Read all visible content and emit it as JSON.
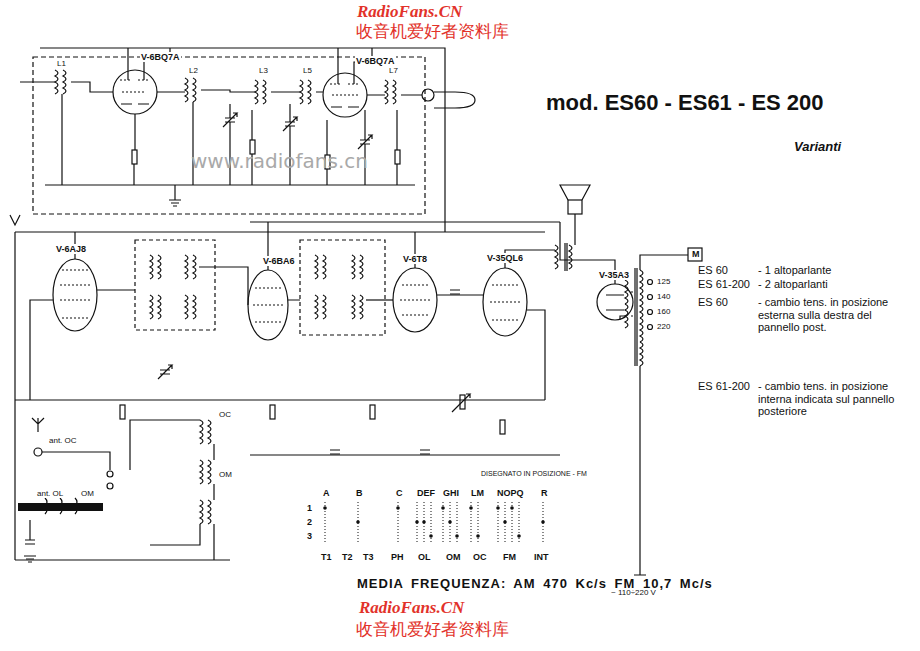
{
  "diagram": {
    "title": "mod. ES60 - ES61 - ES 200",
    "caption": "MEDIA FREQUENZA: AM 470 Kc/s FM 10,7 Mc/s",
    "labels": [
      "RadioFans.CN",
      "收音机爱好者资料库",
      "V-6BQ7A",
      "V-6BQ7A",
      "L1",
      "L2",
      "L3",
      "L5",
      "L7",
      "www.radiofans.cn",
      "Varianti",
      "ES 60",
      "- 1 altoparlante",
      "ES 61-200",
      "- 2 altoparlanti",
      "ES 60",
      "- cambio tens. in posizione esterna sulla destra del pannello post.",
      "ES 61-200",
      "- cambio tens. in posizione interna indicata sul pannello posteriore",
      "V-6AJ8",
      "V-6BA6",
      "V-6T8",
      "V-35QL6",
      "V-35A3",
      "M",
      "125",
      "140",
      "160",
      "220",
      "ant. OC",
      "OC",
      "OM",
      "ant. OL",
      "OM",
      "A",
      "B",
      "C",
      "DEF",
      "GHI",
      "LM",
      "NOPQ",
      "R",
      "1",
      "2",
      "3",
      "DISEGNATO IN POSIZIONE - FM",
      "T1",
      "T2",
      "T3",
      "PH",
      "OL",
      "OM",
      "OC",
      "FM",
      "INT",
      "~ 110÷220 V",
      "RadioFans.CN",
      "收音机爱好者资料库"
    ]
  }
}
